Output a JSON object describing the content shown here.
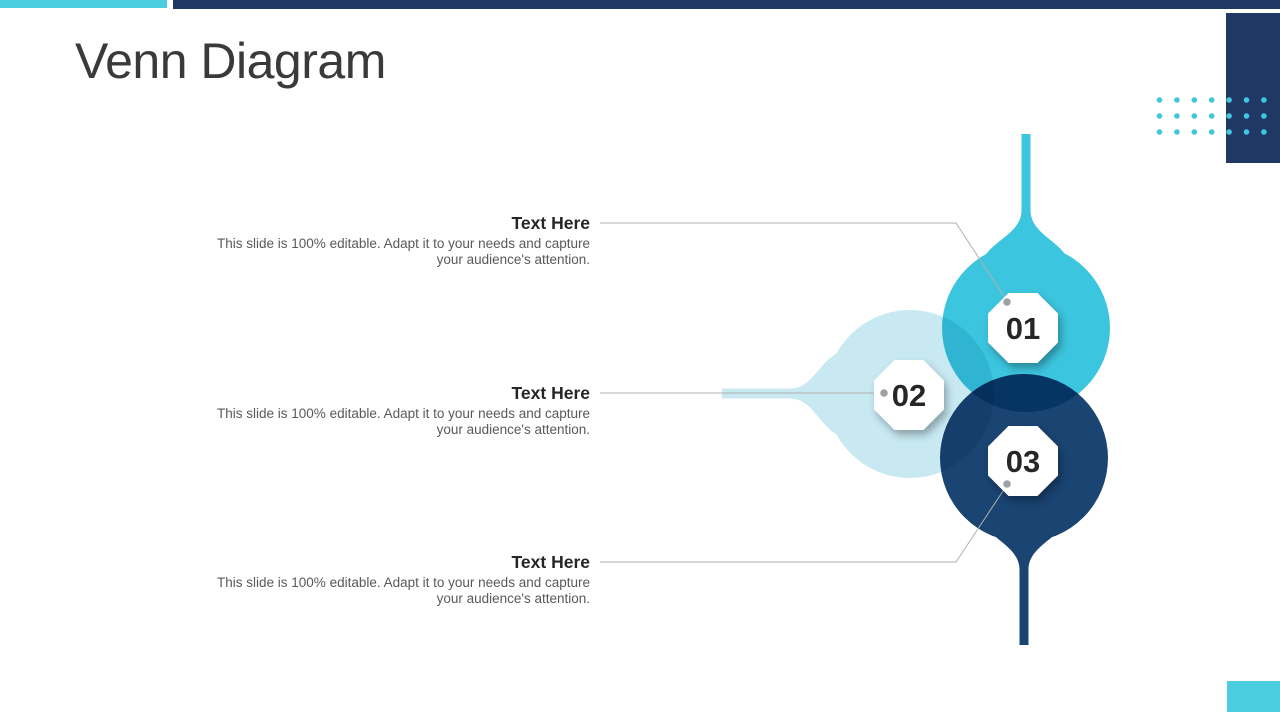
{
  "title": "Venn Diagram",
  "sections": [
    {
      "heading": "Text Here",
      "body": "This slide is 100% editable. Adapt it to your needs and capture your audience's attention."
    },
    {
      "heading": "Text Here",
      "body": "This slide is 100% editable. Adapt it to your needs and capture your audience's attention."
    },
    {
      "heading": "Text Here",
      "body": "This slide is 100% editable. Adapt it to your needs and capture your audience's attention."
    }
  ],
  "diagram": {
    "type": "venn",
    "nodes": [
      {
        "number": "01",
        "color": "#3CC5DE",
        "label_shape": "octagon"
      },
      {
        "number": "02",
        "color": "#C8E9F2",
        "label_shape": "octagon"
      },
      {
        "number": "03",
        "color": "#1A4472",
        "label_shape": "octagon"
      }
    ]
  },
  "colors": {
    "accent_cyan": "#49CDDF",
    "navy": "#1F3864",
    "circle_teal": "#3CC5DE",
    "circle_light": "#C8E9F2",
    "circle_navy": "#1A4472",
    "heading_text": "#262626",
    "body_text": "#595959",
    "title_text": "#3A3A3A",
    "leader_line": "#B0B0B0",
    "connector_dot": "#9EA2A6",
    "dots_pattern": "#3FC8DD"
  }
}
